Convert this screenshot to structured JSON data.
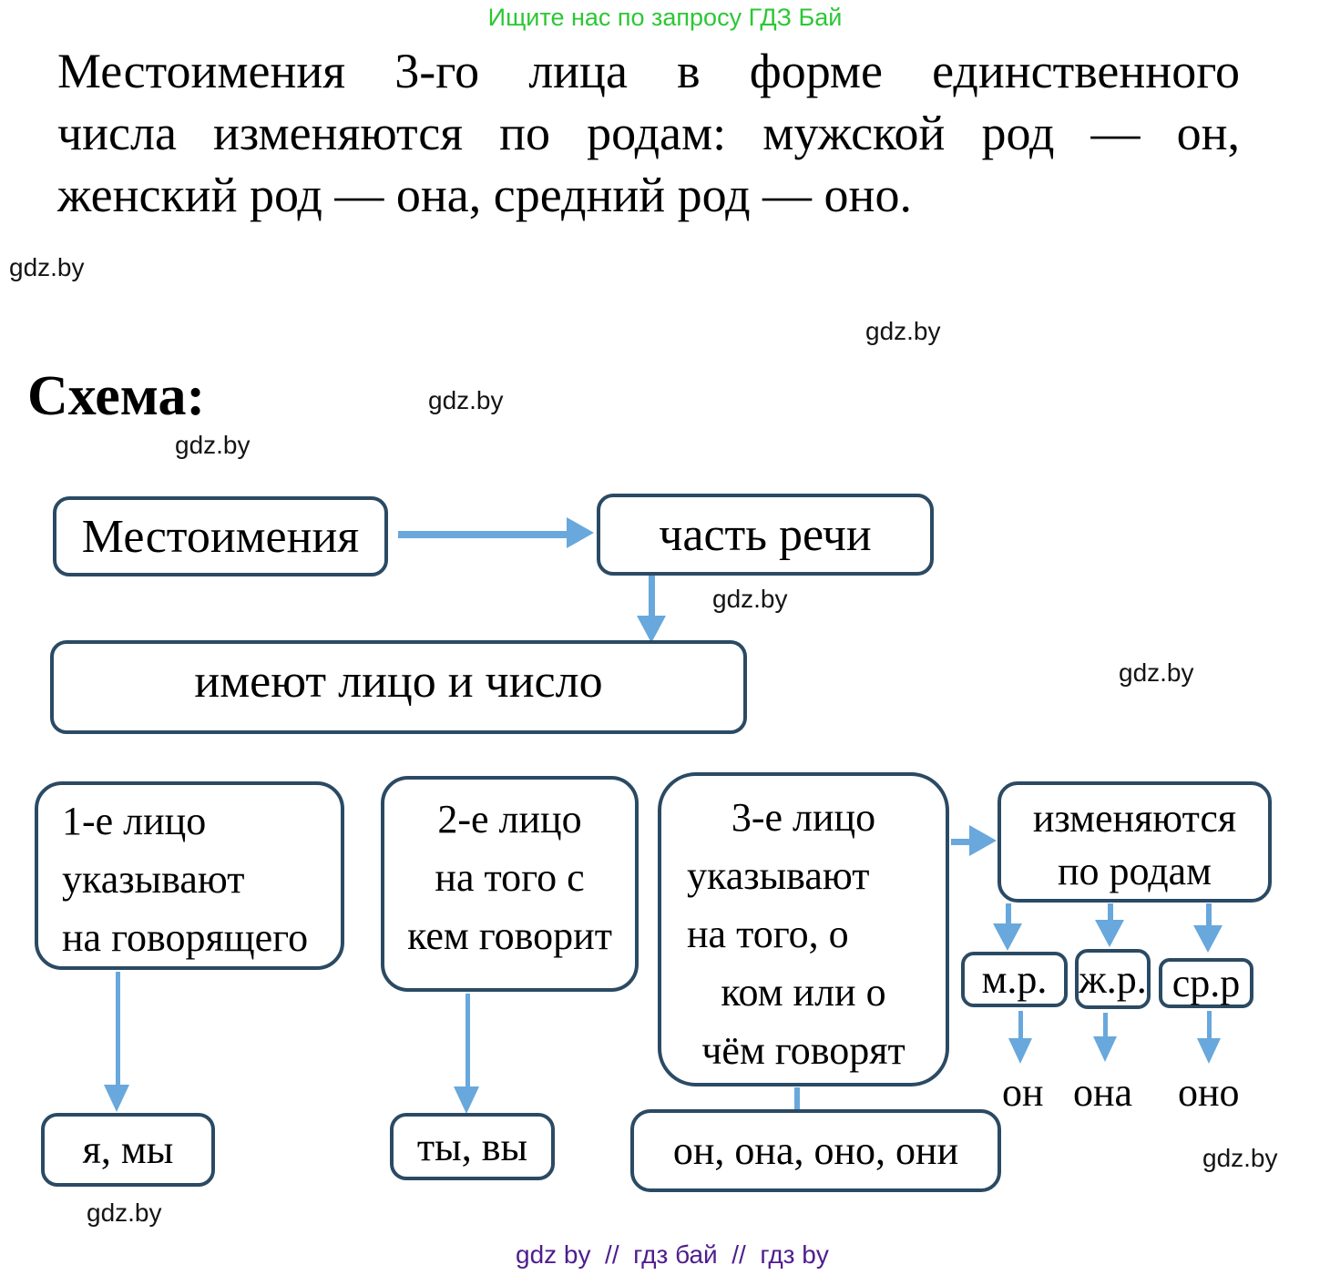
{
  "promo": "Ищите нас по запросу ГДЗ Бай",
  "paragraph": {
    "line1": "Местоимения 3-го лица в форме единственного",
    "line2": "числа изменяются по родам: мужской род — он,",
    "line3": "женский род — она, средний род — оно."
  },
  "schema_heading": "Схема:",
  "watermark": "gdz.by",
  "diagram": {
    "pronouns": "Местоимения",
    "part_of_speech": "часть речи",
    "have_person_number": "имеют лицо и число",
    "first_person": {
      "l1": "1-е лицо",
      "l2": "указывают",
      "l3": "на говорящего"
    },
    "second_person": {
      "l1": "2-е лицо",
      "l2": "на того с",
      "l3": "кем говорит"
    },
    "third_person": {
      "l1": "3-е лицо",
      "l2": "указывают",
      "l3": "на того, о",
      "l4": "ком или о",
      "l5": "чём говорят"
    },
    "change_by_gender": {
      "l1": "изменяются",
      "l2": "по родам"
    },
    "masculine_abbr": "м.р.",
    "feminine_abbr": "ж.р.",
    "neuter_abbr": "ср.р",
    "masculine_pronoun": "он",
    "feminine_pronoun": "она",
    "neuter_pronoun": "оно",
    "first_person_examples": "я, мы",
    "second_person_examples": "ты, вы",
    "third_person_examples": "он, она, оно, они"
  },
  "footer_text": "gdz by  //  гдз бай  //  гдз by",
  "colors": {
    "box_border": "#2b4a63",
    "arrow_blue": "#68a8dc",
    "promo_green": "#2bc734",
    "footer_purple": "#4f1d8e"
  }
}
